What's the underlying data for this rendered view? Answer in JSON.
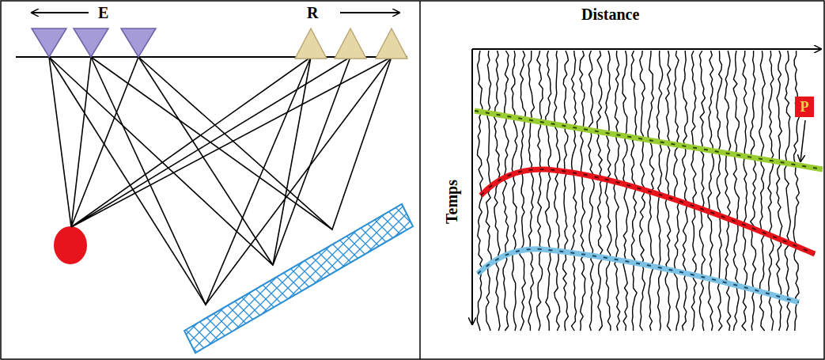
{
  "diagram": {
    "nodes": [
      {
        "text": [
          "P"
        ]
      }
    ],
    "labels": [
      "E",
      "R",
      "Distance",
      "Temps"
    ]
  }
}
